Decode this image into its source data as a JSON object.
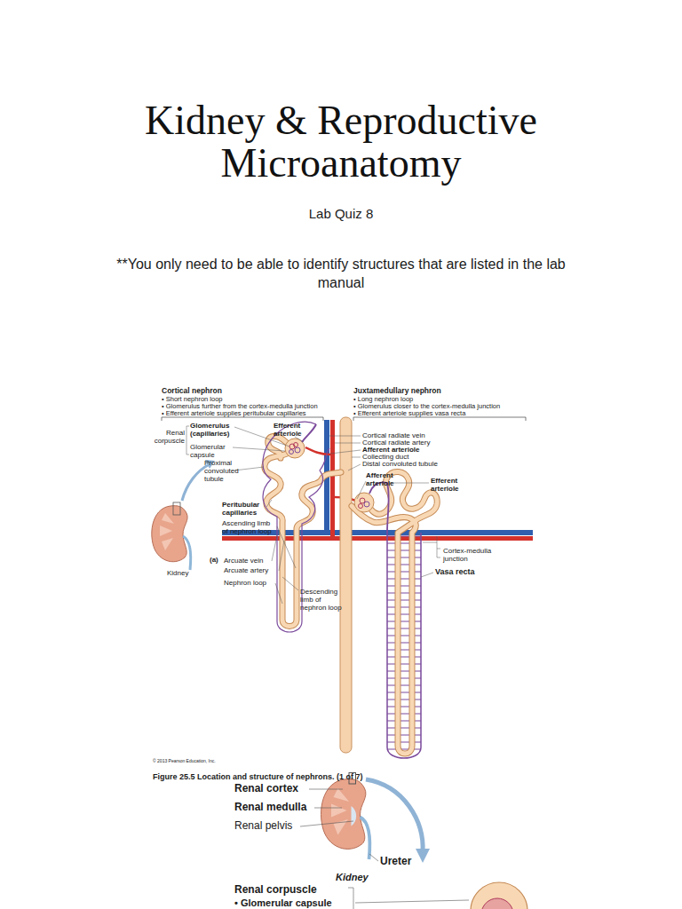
{
  "diagram": {
    "title": "Kidney & Reproductive Microanatomy",
    "labels": [
      "Lab Quiz 8",
      "**You only need to be able to identify structures that are listed in the lab manual",
      "Cortical nephron",
      "• Short nephron loop",
      "• Glomerulus further from the cortex-medulla junction",
      "• Efferent arteriole supplies peritubular capillaries",
      "Juxtamedullary nephron",
      "• Long nephron loop",
      "• Glomerulus closer to the cortex-medulla junction",
      "• Efferent arteriole supplies vasa recta",
      "Renal corpuscle",
      "Glomerulus (capillaries)",
      "Glomerular capsule",
      "Efferent arteriole",
      "Proximal convoluted tubule",
      "Peritubular capillaries",
      "Ascending limb of nephron loop",
      "Kidney",
      "(a)",
      "Arcuate vein",
      "Arcuate artery",
      "Nephron loop",
      "Descending limb of nephron loop",
      "Cortical radiate vein",
      "Cortical radiate artery",
      "Afferent arteriole",
      "Collecting duct",
      "Distal convoluted tubule",
      "Afferent arteriole",
      "Efferent arteriole",
      "Cortex-medulla junction",
      "Vasa recta",
      "© 2013 Pearson Education, Inc.",
      "Figure 25.5 Location and structure of nephrons. (1 of 7)",
      "Renal cortex",
      "Renal medulla",
      "Renal pelvis",
      "Ureter",
      "Kidney",
      "Renal corpuscle",
      "• Glomerular capsule"
    ]
  }
}
